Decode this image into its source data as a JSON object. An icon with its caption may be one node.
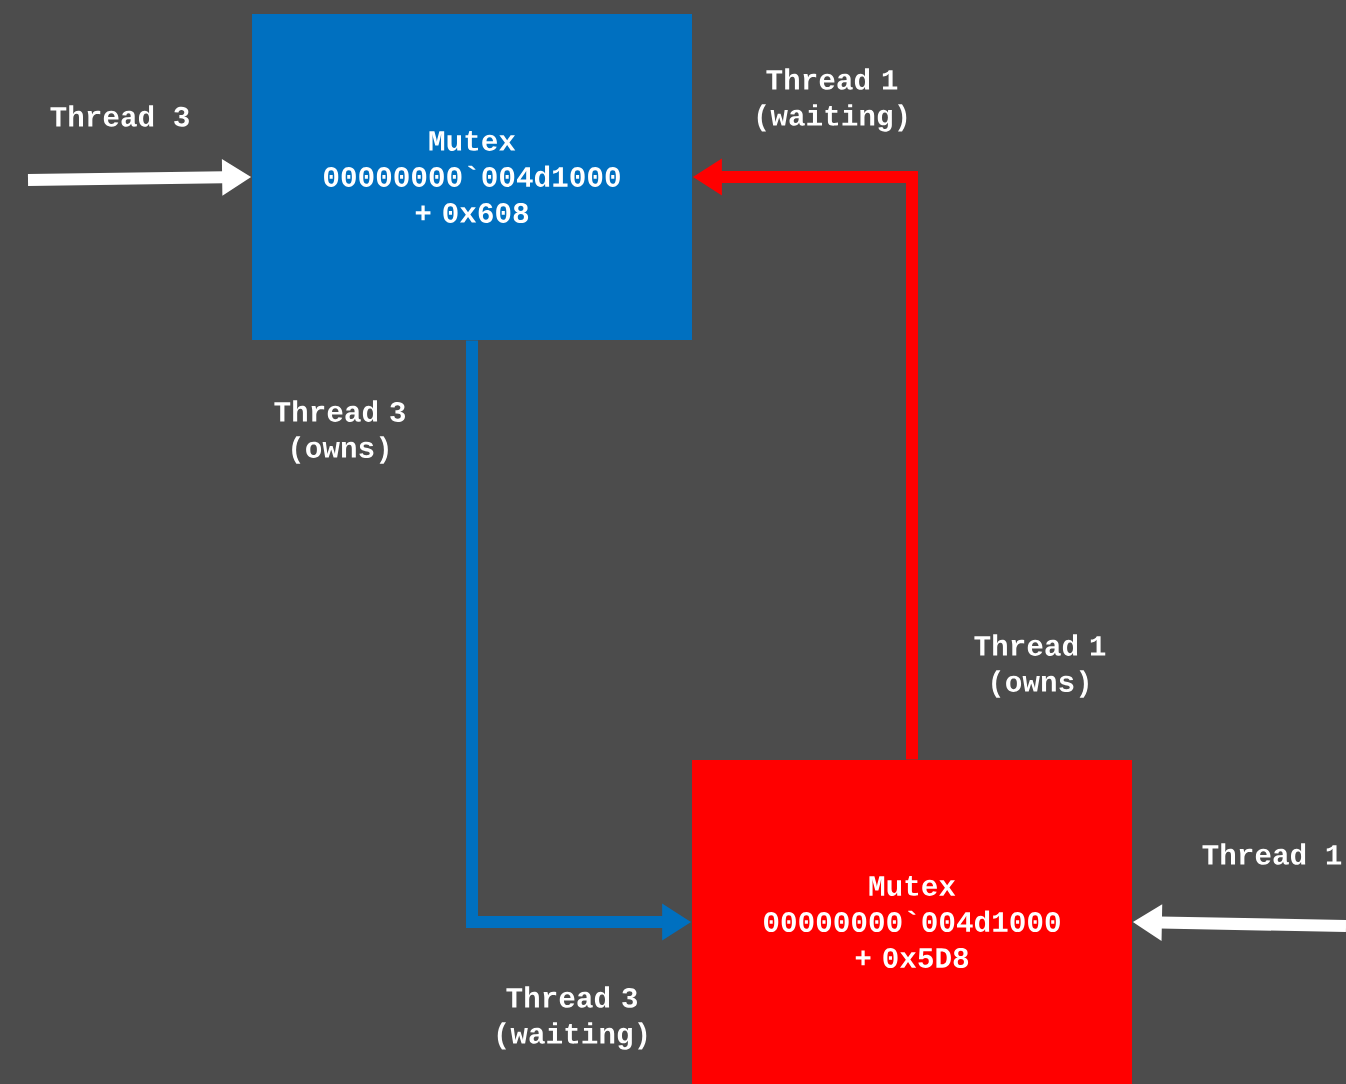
{
  "diagram": {
    "nodes": [
      {
        "text": [
          "Mutex 00000000`004d1000 + 0x608"
        ]
      },
      {
        "text": [
          "Mutex 00000000`004d1000 + 0x5D8"
        ]
      }
    ],
    "edges": [
      {
        "from": null,
        "to": 0,
        "arrow": "to",
        "label": "Thread 3",
        "color": "#ffffff"
      },
      {
        "from": 0,
        "to": 1,
        "arrow": "to",
        "label": "Thread 3 (owns)",
        "color": "#0070c0"
      },
      {
        "from": 1,
        "to": 0,
        "arrow": "to",
        "label": "Thread 1 (owns)",
        "color": "#ff0000"
      },
      {
        "from": null,
        "to": 1,
        "arrow": "to",
        "label": "Thread 1",
        "color": "#ffffff"
      }
    ],
    "labels": [
      "Thread 1 (waiting)",
      "Thread 3 (waiting)"
    ]
  }
}
